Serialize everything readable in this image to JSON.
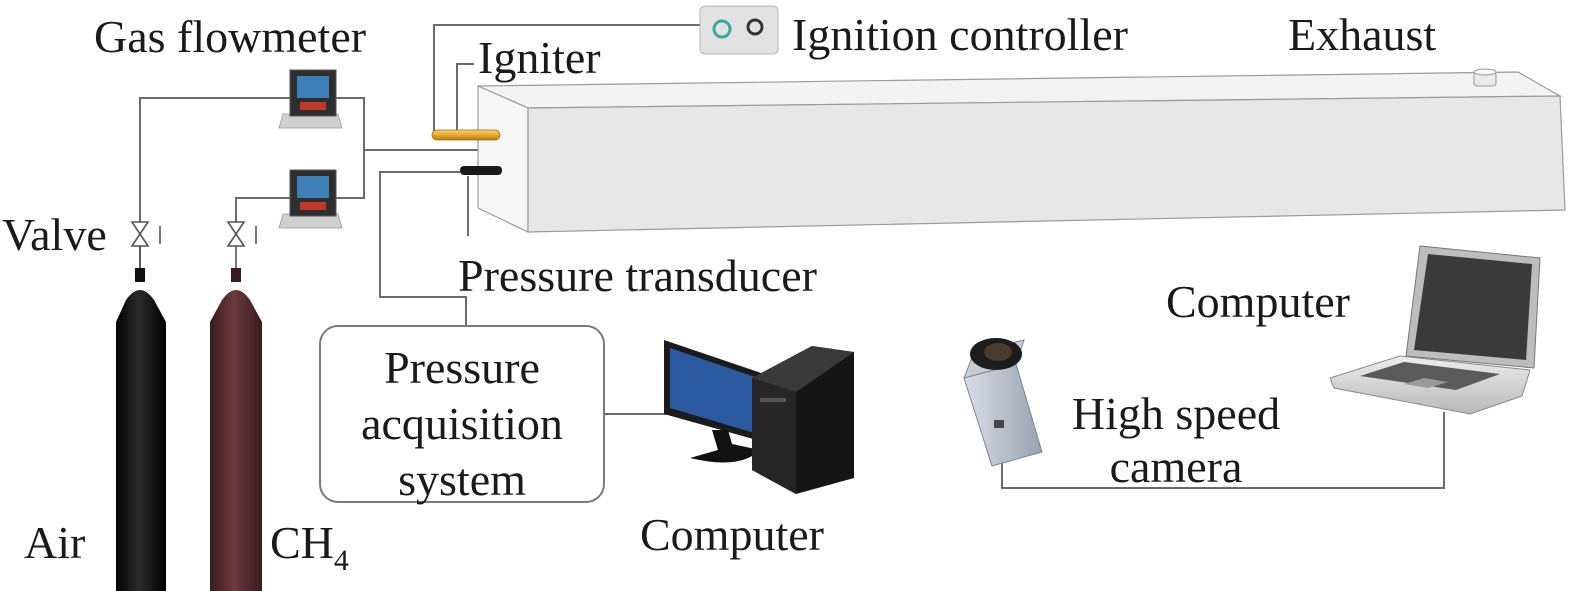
{
  "labels": {
    "gas_flowmeter": "Gas flowmeter",
    "igniter": "Igniter",
    "ignition_controller": "Ignition controller",
    "exhaust": "Exhaust",
    "valve": "Valve",
    "pressure_transducer": "Pressure transducer",
    "computer_laptop": "Computer",
    "pressure_acq_line1": "Pressure",
    "pressure_acq_line2": "acquisition",
    "pressure_acq_line3": "system",
    "high_speed_line1": "High speed",
    "high_speed_line2": "camera",
    "air": "Air",
    "ch4_base": "CH",
    "ch4_sub": "4",
    "computer_desktop": "Computer"
  },
  "colors": {
    "air_cylinder": "#0d0d0d",
    "ch4_cylinder": "#4a2428",
    "igniter": "#e8a82a",
    "monitor_screen": "#2c5aa0",
    "duct_front": "#e6e6e6",
    "duct_top": "#f2f2f2",
    "line": "#666666"
  }
}
